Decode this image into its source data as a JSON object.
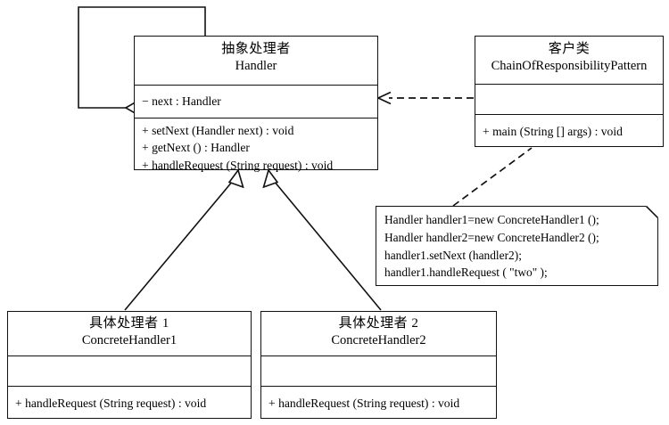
{
  "diagram": {
    "type": "uml-class-diagram",
    "title": "Chain of Responsibility Pattern",
    "background_color": "#ffffff",
    "line_color": "#111111"
  },
  "classes": {
    "handler": {
      "name_cn": "抽象处理者",
      "name_en": "Handler",
      "attributes": [
        "− next : Handler"
      ],
      "operations": [
        "+ setNext (Handler next) : void",
        "+ getNext () : Handler",
        "+ handleRequest (String request) : void"
      ]
    },
    "client": {
      "name_cn": "客户类",
      "name_en": "ChainOfResponsibilityPattern",
      "attributes": [],
      "operations": [
        "+ main (String [] args) : void"
      ]
    },
    "concrete1": {
      "name_cn": "具体处理者 1",
      "name_en": "ConcreteHandler1",
      "attributes": [],
      "operations": [
        "+ handleRequest (String request) : void"
      ]
    },
    "concrete2": {
      "name_cn": "具体处理者 2",
      "name_en": "ConcreteHandler2",
      "attributes": [],
      "operations": [
        "+ handleRequest (String request) : void"
      ]
    }
  },
  "note": {
    "lines": [
      "Handler handler1=new ConcreteHandler1 ();",
      "Handler handler2=new ConcreteHandler2 ();",
      "handler1.setNext (handler2);",
      "handler1.handleRequest (  \"two\"  );"
    ]
  },
  "relations": [
    {
      "id": "self-aggregation",
      "kind": "aggregation",
      "from": "handler",
      "to": "handler",
      "marker": "hollow-diamond"
    },
    {
      "id": "client-dependency",
      "kind": "dependency",
      "from": "client",
      "to": "handler",
      "marker": "open-arrow",
      "style": "dashed"
    },
    {
      "id": "note-anchor",
      "kind": "note-link",
      "from": "note",
      "to": "client",
      "style": "dashed"
    },
    {
      "id": "gen-concrete1",
      "kind": "generalization",
      "from": "concrete1",
      "to": "handler",
      "marker": "hollow-triangle"
    },
    {
      "id": "gen-concrete2",
      "kind": "generalization",
      "from": "concrete2",
      "to": "handler",
      "marker": "hollow-triangle"
    }
  ]
}
